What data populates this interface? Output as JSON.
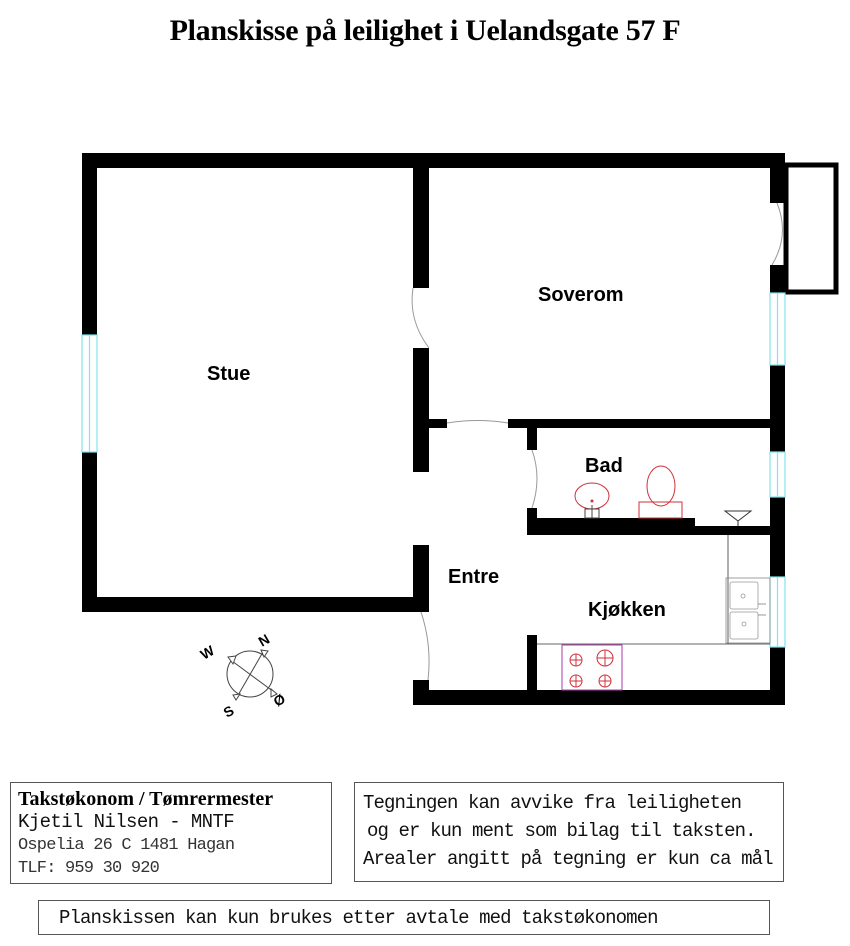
{
  "title": "Planskisse på leilighet i Uelandsgate 57 F",
  "rooms": {
    "stue": "Stue",
    "soverom": "Soverom",
    "bad": "Bad",
    "entre": "Entre",
    "kjokken": "Kjøkken"
  },
  "compass": {
    "north": "N",
    "west": "W",
    "south": "S",
    "east": "Ø"
  },
  "info_box": {
    "line1": "Takstøkonom / Tømrermester",
    "line2": "Kjetil Nilsen - MNTF",
    "line3": "Ospelia 26 C 1481 Hagan",
    "line4": "TLF: 959 30 920"
  },
  "disclaimer_box": {
    "line1": "Tegningen kan avvike fra leiligheten",
    "line2": "og er kun ment som bilag til taksten.",
    "line3": "Arealer angitt på tegning er kun ca mål"
  },
  "usage_note": "Planskissen kan kun brukes etter avtale med takstøkonomen",
  "colors": {
    "wall": "#000000",
    "window": "#7fe6ef",
    "fixture_red": "#d0303a",
    "stove_outline": "#b03aa8",
    "door_arc": "#999999",
    "box_border": "#555555"
  }
}
